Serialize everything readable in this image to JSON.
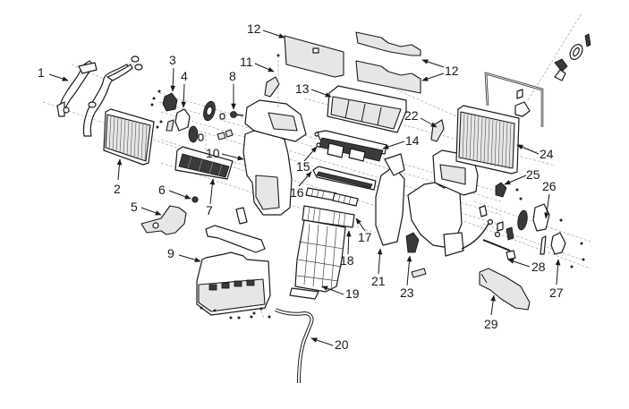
{
  "diagram": {
    "title": "Heater / A-C unit exploded view",
    "callouts": [
      {
        "id": "1",
        "label": "1"
      },
      {
        "id": "2",
        "label": "2"
      },
      {
        "id": "3",
        "label": "3"
      },
      {
        "id": "4",
        "label": "4"
      },
      {
        "id": "5",
        "label": "5"
      },
      {
        "id": "6",
        "label": "6"
      },
      {
        "id": "7",
        "label": "7"
      },
      {
        "id": "8",
        "label": "8"
      },
      {
        "id": "9",
        "label": "9"
      },
      {
        "id": "10",
        "label": "10"
      },
      {
        "id": "11",
        "label": "11"
      },
      {
        "id": "12a",
        "label": "12"
      },
      {
        "id": "12b",
        "label": "12"
      },
      {
        "id": "13",
        "label": "13"
      },
      {
        "id": "14",
        "label": "14"
      },
      {
        "id": "15",
        "label": "15"
      },
      {
        "id": "16",
        "label": "16"
      },
      {
        "id": "17",
        "label": "17"
      },
      {
        "id": "18",
        "label": "18"
      },
      {
        "id": "19",
        "label": "19"
      },
      {
        "id": "20",
        "label": "20"
      },
      {
        "id": "21",
        "label": "21"
      },
      {
        "id": "22",
        "label": "22"
      },
      {
        "id": "23",
        "label": "23"
      },
      {
        "id": "24",
        "label": "24"
      },
      {
        "id": "25",
        "label": "25"
      },
      {
        "id": "26",
        "label": "26"
      },
      {
        "id": "27",
        "label": "27"
      },
      {
        "id": "28",
        "label": "28"
      },
      {
        "id": "29",
        "label": "29"
      }
    ],
    "parts": [
      {
        "callout": "1",
        "name": "heater-pipe-bracket"
      },
      {
        "callout": "2",
        "name": "heater-core"
      },
      {
        "callout": "3",
        "name": "actuator-upper"
      },
      {
        "callout": "4",
        "name": "actuator-lower"
      },
      {
        "callout": "5",
        "name": "mounting-bracket"
      },
      {
        "callout": "6",
        "name": "fastener"
      },
      {
        "callout": "7",
        "name": "ptc-heater"
      },
      {
        "callout": "8",
        "name": "bolt"
      },
      {
        "callout": "9",
        "name": "lower-case"
      },
      {
        "callout": "10",
        "name": "left-case"
      },
      {
        "callout": "11",
        "name": "seal-small"
      },
      {
        "callout": "12",
        "name": "insulation-pads"
      },
      {
        "callout": "13",
        "name": "filter-frame"
      },
      {
        "callout": "14",
        "name": "upper-door"
      },
      {
        "callout": "15",
        "name": "door-link"
      },
      {
        "callout": "16",
        "name": "mid-door"
      },
      {
        "callout": "17",
        "name": "lower-door-upper"
      },
      {
        "callout": "18",
        "name": "lower-door"
      },
      {
        "callout": "19",
        "name": "floor-duct"
      },
      {
        "callout": "20",
        "name": "drain-hose"
      },
      {
        "callout": "21",
        "name": "center-case-plate"
      },
      {
        "callout": "22",
        "name": "seal-right"
      },
      {
        "callout": "23",
        "name": "right-actuator"
      },
      {
        "callout": "24",
        "name": "evaporator"
      },
      {
        "callout": "25",
        "name": "actuator-right-upper"
      },
      {
        "callout": "26",
        "name": "actuator-right-mid"
      },
      {
        "callout": "27",
        "name": "actuator-right-lower"
      },
      {
        "callout": "28",
        "name": "link-rod"
      },
      {
        "callout": "29",
        "name": "side-duct"
      }
    ]
  }
}
